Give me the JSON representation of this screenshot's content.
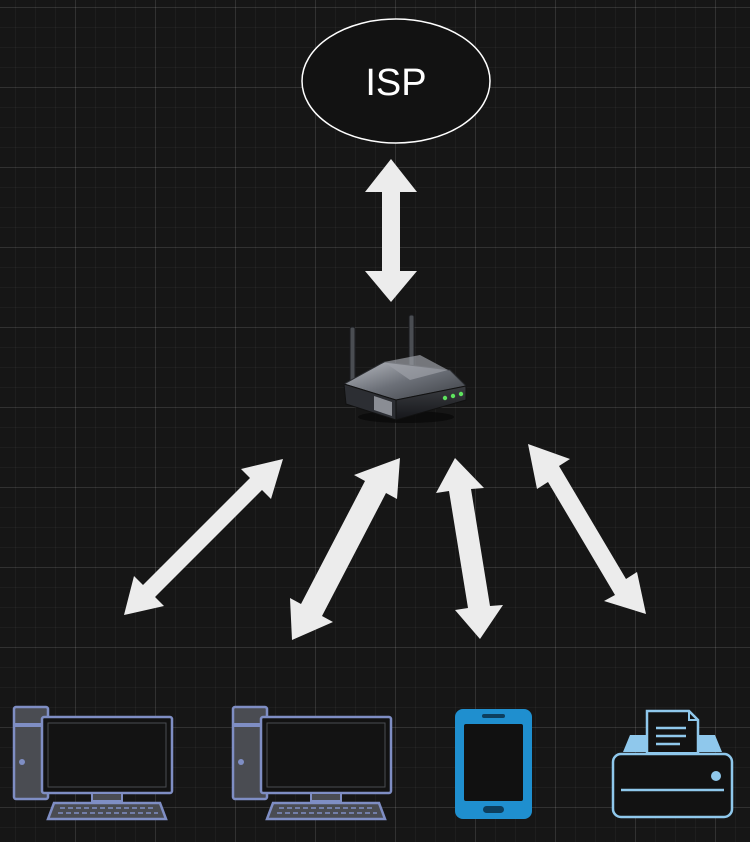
{
  "diagram": {
    "nodes": {
      "isp": {
        "label": "ISP",
        "shape": "ellipse"
      },
      "router": {
        "icon": "wireless-router-icon"
      },
      "desktop_1": {
        "icon": "desktop-computer-icon"
      },
      "desktop_2": {
        "icon": "desktop-computer-icon"
      },
      "phone": {
        "icon": "smartphone-icon"
      },
      "printer": {
        "icon": "printer-icon"
      }
    },
    "connections": [
      {
        "from": "isp",
        "to": "router",
        "direction": "bidirectional"
      },
      {
        "from": "router",
        "to": "desktop_1",
        "direction": "bidirectional"
      },
      {
        "from": "router",
        "to": "desktop_2",
        "direction": "bidirectional"
      },
      {
        "from": "router",
        "to": "phone",
        "direction": "bidirectional"
      },
      {
        "from": "router",
        "to": "printer",
        "direction": "bidirectional"
      }
    ]
  },
  "colors": {
    "background": "#161616",
    "arrow": "#ececec",
    "computer": "#7f8ec4",
    "phone": "#1f8fcf",
    "printer": "#8fc8ec",
    "isp_fill": "#121212",
    "isp_stroke": "#ffffff"
  }
}
